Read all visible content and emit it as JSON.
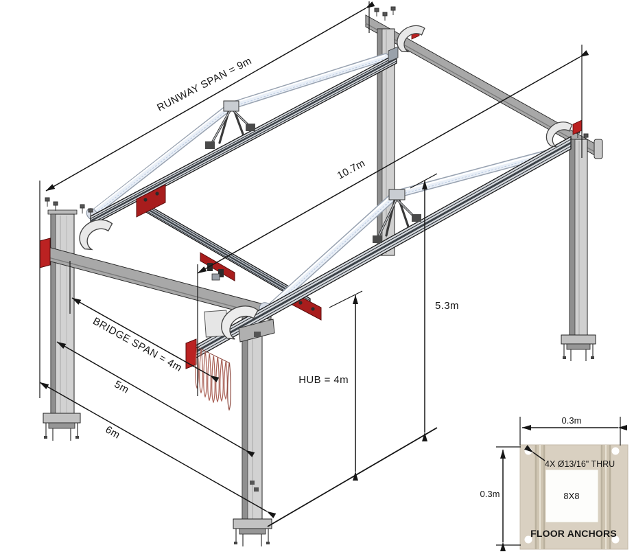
{
  "drawing": {
    "title": "Free standing workstation bridge crane - isometric installation drawing",
    "dims": {
      "runway_span": "RUNWAY SPAN = 9m",
      "diagonal": "10.7m",
      "bridge_span": "BRIDGE SPAN = 4m",
      "runway_centers": "5m",
      "overall_width": "6m",
      "hub": "HUB = 4m",
      "overall_height": "5.3m"
    },
    "anchor_detail": {
      "plate_width": "0.3m",
      "plate_depth": "0.3m",
      "hole_note": "4X Ø13/16\" THRU",
      "post_size": "8X8",
      "caption": "FLOOR ANCHORS"
    },
    "colors": {
      "line": "#1a1a1a",
      "steel_light": "#d2d2d2",
      "steel_mid": "#a8a8a8",
      "steel_dark": "#8c8c8c",
      "rail_fill": "#d3d7dc",
      "tube_fill": "#e9eff7",
      "accent_red": "#a81d1d",
      "cap_red": "#bb2222",
      "festoon_red": "#a96055",
      "plate_tan": "#d9d0c1",
      "plate_rail_tan": "#cfc5b2"
    }
  }
}
